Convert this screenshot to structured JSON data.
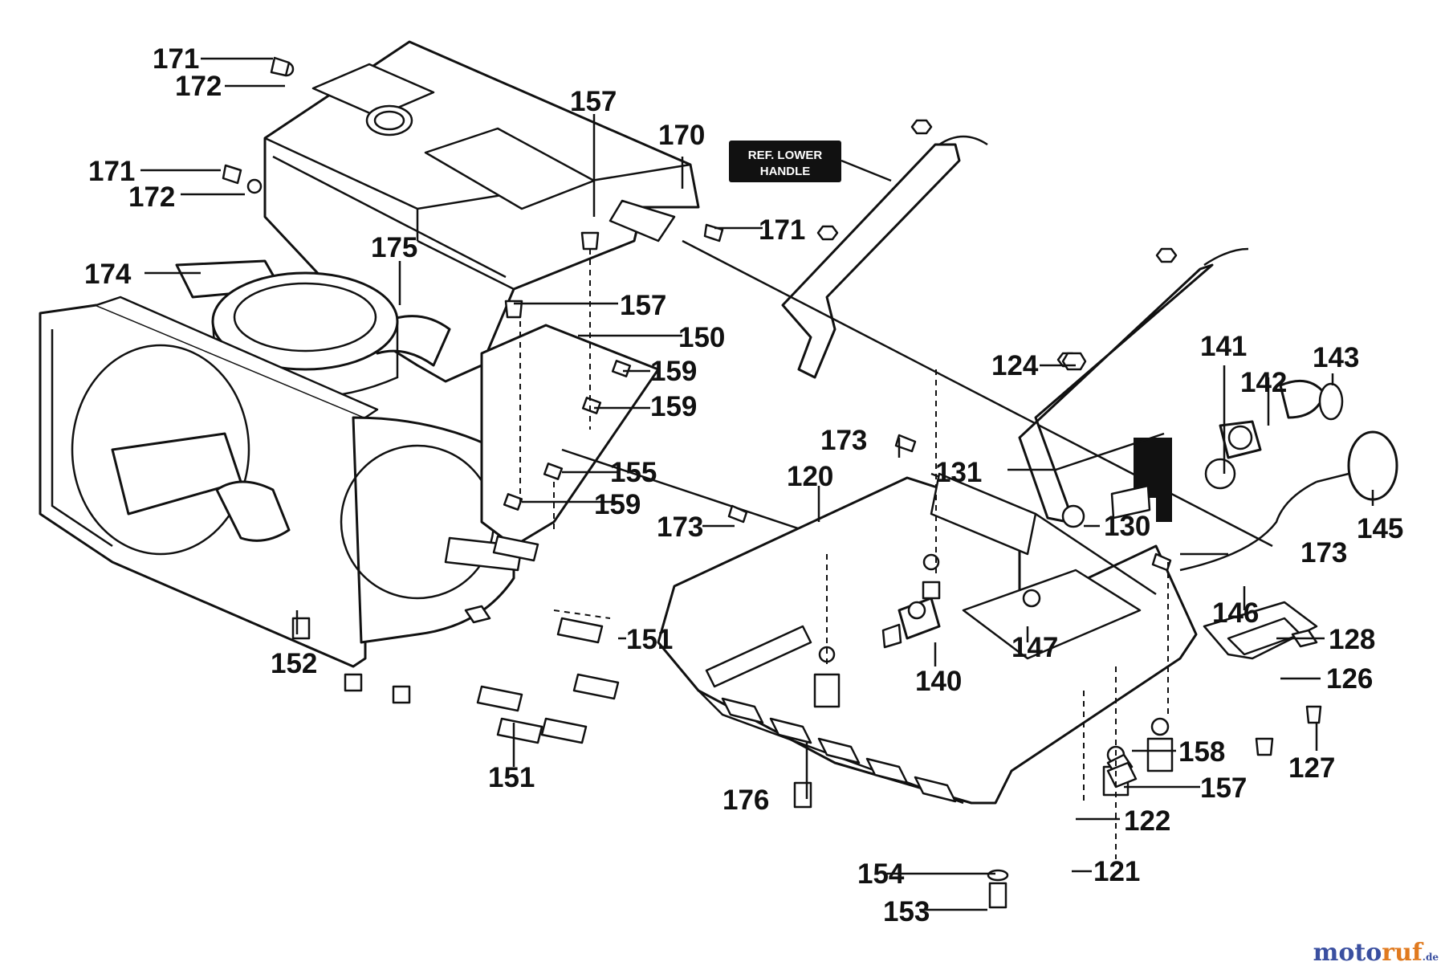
{
  "ref_note": {
    "line1": "REF. LOWER",
    "line2": "HANDLE"
  },
  "callouts": [
    {
      "id": "c171a",
      "text": "171"
    },
    {
      "id": "c172a",
      "text": "172"
    },
    {
      "id": "c171b",
      "text": "171"
    },
    {
      "id": "c172b",
      "text": "172"
    },
    {
      "id": "c157a",
      "text": "157"
    },
    {
      "id": "c170",
      "text": "170"
    },
    {
      "id": "c171c",
      "text": "171"
    },
    {
      "id": "c175",
      "text": "175"
    },
    {
      "id": "c174",
      "text": "174"
    },
    {
      "id": "c157b",
      "text": "157"
    },
    {
      "id": "c150",
      "text": "150"
    },
    {
      "id": "c159a",
      "text": "159"
    },
    {
      "id": "c159b",
      "text": "159"
    },
    {
      "id": "c155",
      "text": "155"
    },
    {
      "id": "c159c",
      "text": "159"
    },
    {
      "id": "c124",
      "text": "124"
    },
    {
      "id": "c141",
      "text": "141"
    },
    {
      "id": "c142",
      "text": "142"
    },
    {
      "id": "c143",
      "text": "143"
    },
    {
      "id": "c173a",
      "text": "173"
    },
    {
      "id": "c131",
      "text": "131"
    },
    {
      "id": "c120",
      "text": "120"
    },
    {
      "id": "c130",
      "text": "130"
    },
    {
      "id": "c145",
      "text": "145"
    },
    {
      "id": "c173b",
      "text": "173"
    },
    {
      "id": "c173c",
      "text": "173"
    },
    {
      "id": "c146",
      "text": "146"
    },
    {
      "id": "c151a",
      "text": "151"
    },
    {
      "id": "c152",
      "text": "152"
    },
    {
      "id": "c147",
      "text": "147"
    },
    {
      "id": "c140",
      "text": "140"
    },
    {
      "id": "c128",
      "text": "128"
    },
    {
      "id": "c126",
      "text": "126"
    },
    {
      "id": "c127",
      "text": "127"
    },
    {
      "id": "c151b",
      "text": "151"
    },
    {
      "id": "c158",
      "text": "158"
    },
    {
      "id": "c157c",
      "text": "157"
    },
    {
      "id": "c176",
      "text": "176"
    },
    {
      "id": "c122",
      "text": "122"
    },
    {
      "id": "c121",
      "text": "121"
    },
    {
      "id": "c154",
      "text": "154"
    },
    {
      "id": "c153",
      "text": "153"
    }
  ],
  "watermark": {
    "part1": "moto",
    "part2": "ruf",
    "suffix": ".de"
  }
}
